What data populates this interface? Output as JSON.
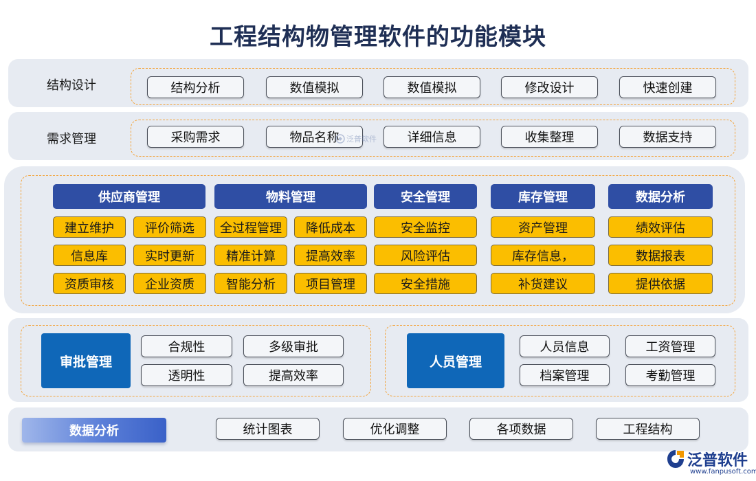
{
  "title": "工程结构物管理软件的功能模块",
  "row1": {
    "label": "结构设计",
    "items": [
      "结构分析",
      "数值模拟",
      "数值模拟",
      "修改设计",
      "快速创建"
    ]
  },
  "row2": {
    "label": "需求管理",
    "items": [
      "采购需求",
      "物品名称",
      "详细信息",
      "收集整理",
      "数据支持"
    ]
  },
  "modules": {
    "supplier": {
      "header": "供应商管理",
      "items": [
        "建立维护",
        "评价筛选",
        "信息库",
        "实时更新",
        "资质审核",
        "企业资质"
      ]
    },
    "material": {
      "header": "物料管理",
      "items": [
        "全过程管理",
        "降低成本",
        "精准计算",
        "提高效率",
        "智能分析",
        "项目管理"
      ]
    },
    "safety": {
      "header": "安全管理",
      "items": [
        "安全监控",
        "风险评估",
        "安全措施"
      ]
    },
    "inventory": {
      "header": "库存管理",
      "items": [
        "资产管理",
        "库存信息，",
        "补货建议"
      ]
    },
    "analysis": {
      "header": "数据分析",
      "items": [
        "绩效评估",
        "数据报表",
        "提供依据"
      ]
    }
  },
  "approval": {
    "title": "审批管理",
    "items": [
      "合规性",
      "多级审批",
      "透明性",
      "提高效率"
    ]
  },
  "personnel": {
    "title": "人员管理",
    "items": [
      "人员信息",
      "工资管理",
      "档案管理",
      "考勤管理"
    ]
  },
  "data_row": {
    "label": "数据分析",
    "items": [
      "统计图表",
      "优化调整",
      "各项数据",
      "工程结构"
    ]
  },
  "watermark": {
    "text": "泛普软件"
  },
  "logo": {
    "name": "泛普软件",
    "url": "www.fanpusoft.com",
    "icon": "fanpu-logo-icon"
  },
  "colors": {
    "title": "#1f2f55",
    "panel": "#e7ebf2",
    "dashed": "#f3a33a",
    "header_blue": "#2f4ea4",
    "gold": "#fbbe00",
    "big_blue": "#0f67b8"
  }
}
